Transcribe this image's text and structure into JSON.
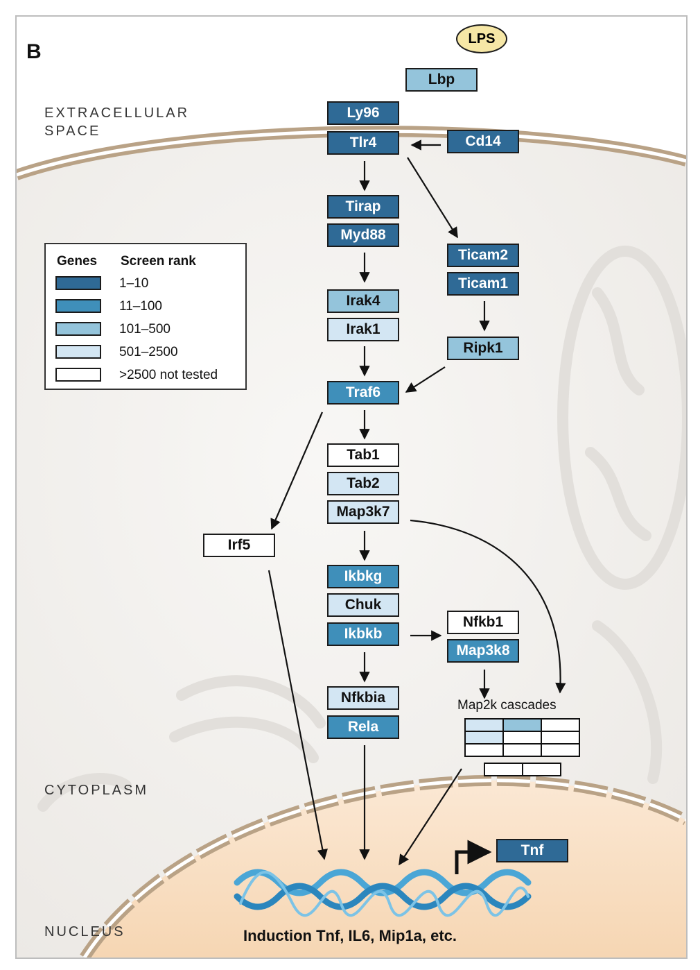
{
  "panel_label": "B",
  "regions": {
    "extracellular_line1": "EXTRACELLULAR",
    "extracellular_line2": "SPACE",
    "cytoplasm": "CYTOPLASM",
    "nucleus": "NUCLEUS"
  },
  "ligand": "LPS",
  "genes": {
    "lbp": "Lbp",
    "ly96": "Ly96",
    "tlr4": "Tlr4",
    "cd14": "Cd14",
    "tirap": "Tirap",
    "myd88": "Myd88",
    "ticam2": "Ticam2",
    "ticam1": "Ticam1",
    "irak4": "Irak4",
    "irak1": "Irak1",
    "ripk1": "Ripk1",
    "traf6": "Traf6",
    "tab1": "Tab1",
    "tab2": "Tab2",
    "map3k7": "Map3k7",
    "irf5": "Irf5",
    "ikbkg": "Ikbkg",
    "chuk": "Chuk",
    "ikbkb": "Ikbkb",
    "nfkb1": "Nfkb1",
    "map3k8": "Map3k8",
    "nfkbia": "Nfkbia",
    "rela": "Rela",
    "tnf": "Tnf"
  },
  "legend": {
    "genes_header": "Genes",
    "rank_header": "Screen rank",
    "items": [
      {
        "label": "1–10",
        "color": "#2f6a96"
      },
      {
        "label": "11–100",
        "color": "#3f8fba"
      },
      {
        "label": "101–500",
        "color": "#94c4db"
      },
      {
        "label": "501–2500",
        "color": "#d3e6f3"
      },
      {
        "label": ">2500 not tested",
        "color": "#ffffff"
      }
    ]
  },
  "cascade_label": "Map2k cascades",
  "caption": "Induction Tnf, IL6, Mip1a, etc."
}
